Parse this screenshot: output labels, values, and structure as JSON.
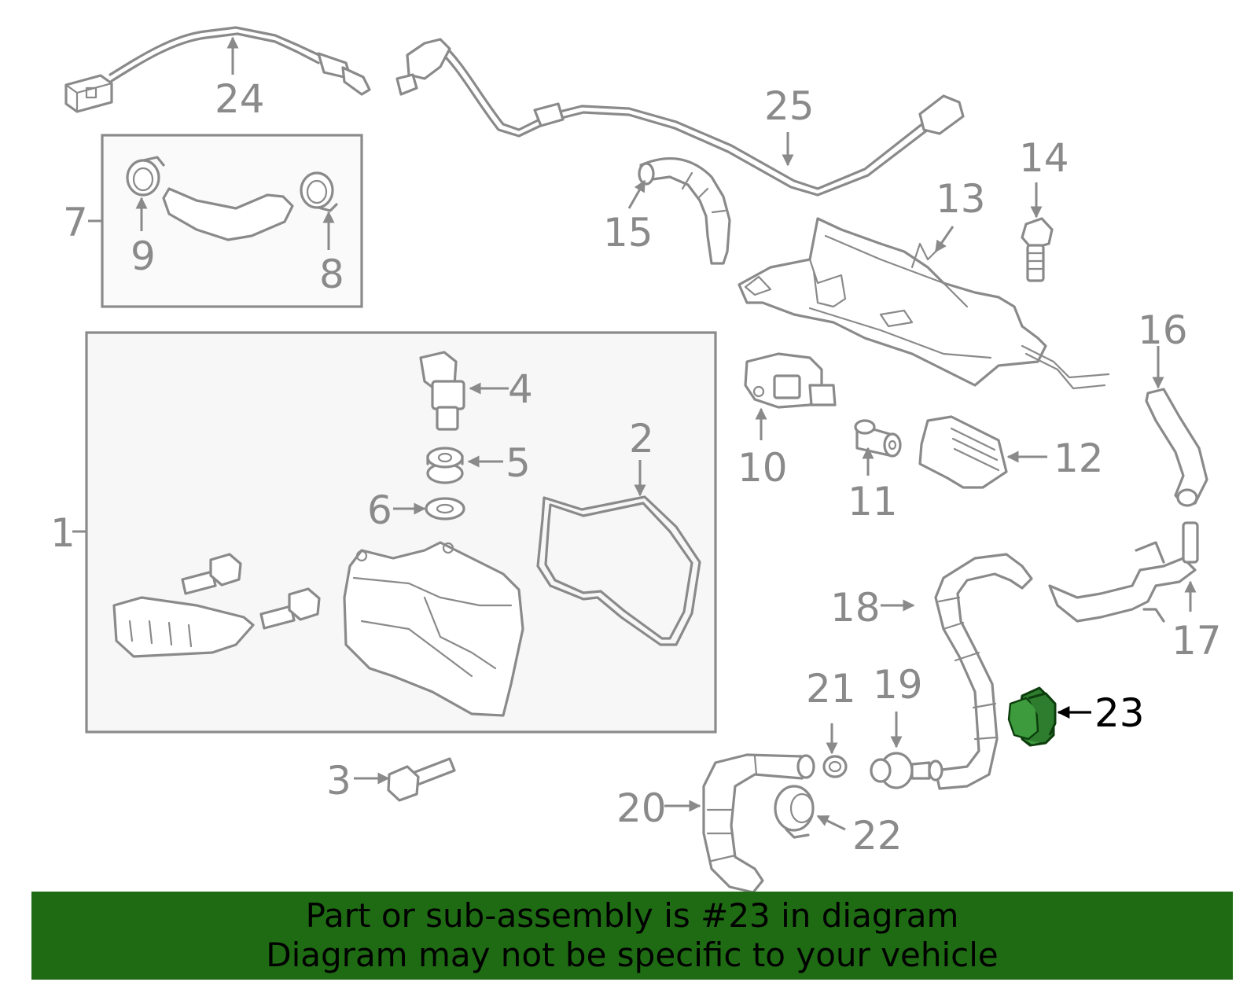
{
  "diagram": {
    "callouts": [
      "1",
      "2",
      "3",
      "4",
      "5",
      "6",
      "7",
      "8",
      "9",
      "10",
      "11",
      "12",
      "13",
      "14",
      "15",
      "16",
      "17",
      "18",
      "19",
      "20",
      "21",
      "22",
      "23",
      "24",
      "25"
    ],
    "highlighted_part": "23",
    "highlight_color": "#2e7d2e"
  },
  "banner": {
    "line1": "Part or sub-assembly is #23 in diagram",
    "line2": "Diagram may not be specific to your vehicle",
    "background_color": "#1f6b14"
  }
}
